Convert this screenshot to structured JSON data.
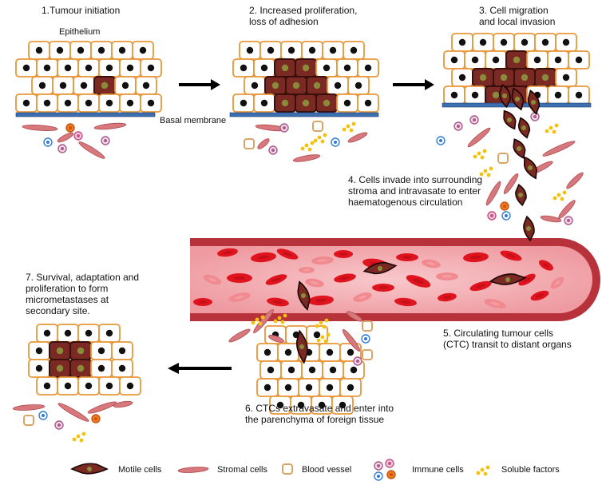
{
  "steps": {
    "s1": "1.Tumour initiation",
    "s2": "2. Increased proliferation,\nloss of adhesion",
    "s3": "3. Cell migration\nand local invasion",
    "s4": "4. Cells invade into surrounding\nstroma and intravasate to enter\nhaematogenous circulation",
    "s5": "5. Circulating tumour cells\n(CTC) transit to distant organs",
    "s6": "6. CTCs extravasate and enter into\nthe parenchyma of foreign tissue",
    "s7": "7. Survival, adaptation and\nproliferation  to form\nmicrometastases  at\nsecondary site."
  },
  "labels": {
    "epithelium": "Epithelium",
    "basal_membrane": "Basal membrane"
  },
  "legend": {
    "motile": "Motile cells",
    "stromal": "Stromal cells",
    "vessel": "Blood vessel",
    "immune": "Immune cells",
    "soluble": "Soluble factors"
  },
  "colors": {
    "cell_border": "#e8973a",
    "tumour_fill": "#7a2a22",
    "nucleus": "#111111",
    "tumour_nucleus": "#8a8a3a",
    "membrane": "#3d6eb0",
    "vessel_wall": "#b7323a",
    "vessel_lumen": "#f3b4b8",
    "rbc": "#e0141e"
  }
}
